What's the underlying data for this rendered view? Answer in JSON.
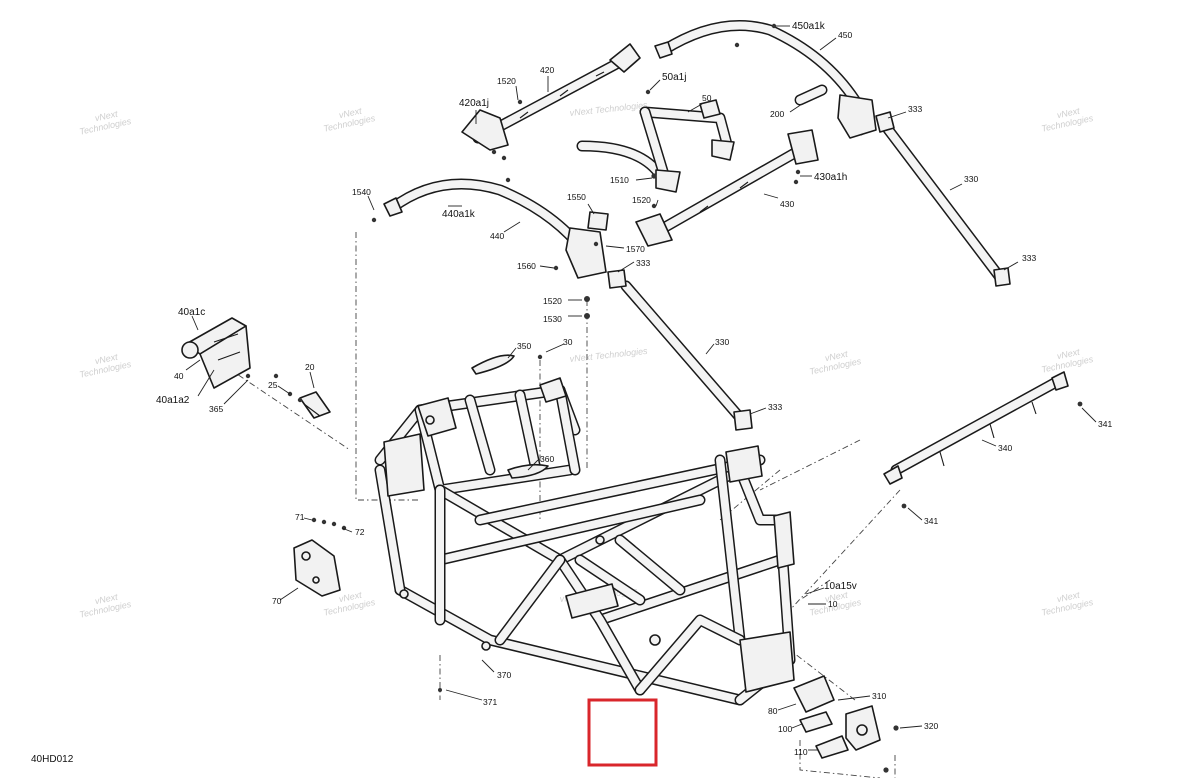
{
  "diagram": {
    "figure_code": "40HD012",
    "watermark_lines": [
      "vNext",
      "Technologies"
    ],
    "watermark_inline": "vNext Technologies",
    "labels": {
      "p450a1k": "450a1k",
      "p450": "450",
      "p1520_top": "1520",
      "p420": "420",
      "p50a1j": "50a1j",
      "p420a1j": "420a1j",
      "p50": "50",
      "p200": "200",
      "p333_a": "333",
      "p1510": "1510",
      "p430a1h": "430a1h",
      "p330_right": "330",
      "p1540": "1540",
      "p1550": "1550",
      "p1520_mid": "1520",
      "p430": "430",
      "p440a1k": "440a1k",
      "p440": "440",
      "p1570": "1570",
      "p333_b": "333",
      "p333_c": "333",
      "p1560": "1560",
      "p1520_low": "1520",
      "p1530": "1530",
      "p40a1c": "40a1c",
      "p40": "40",
      "p40a1a2": "40a1a2",
      "p350": "350",
      "p30": "30",
      "p330_mid": "330",
      "p20": "20",
      "p25": "25",
      "p365": "365",
      "p333_d": "333",
      "p341_a": "341",
      "p340": "340",
      "p360": "360",
      "p341_b": "341",
      "p71": "71",
      "p72": "72",
      "p70": "70",
      "p10a15v": "10a15v",
      "p10": "10",
      "p370": "370",
      "p371": "371",
      "p310": "310",
      "p80": "80",
      "p100": "100",
      "p320": "320",
      "p110": "110"
    },
    "highlight_color": "#d9262b",
    "line_color": "#1a1a1a"
  }
}
